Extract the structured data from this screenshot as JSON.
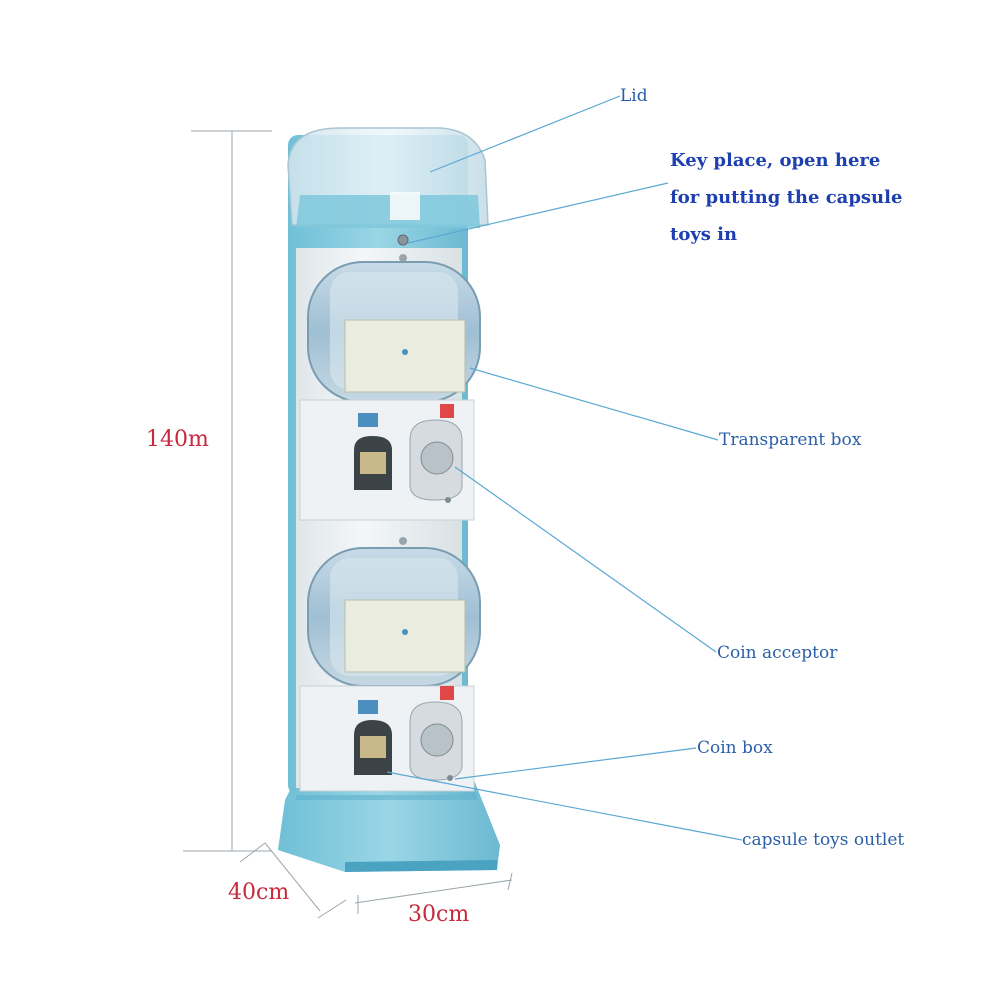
{
  "labels": {
    "lid": "Lid",
    "key_place": "Key place, open here for putting the capsule toys in",
    "transparent_box": "Transparent box",
    "coin_acceptor": "Coin acceptor",
    "coin_box": "Coin box",
    "capsule_outlet": "capsule toys outlet"
  },
  "dimensions": {
    "height": "140m",
    "depth": "40cm",
    "width": "30cm"
  },
  "colors": {
    "machine_blue": "#7ec8dc",
    "machine_white": "#eef2f4",
    "label_text": "#2a5fa8",
    "dimension_text": "#c62a3c",
    "leader_line": "#5aa8d4"
  }
}
